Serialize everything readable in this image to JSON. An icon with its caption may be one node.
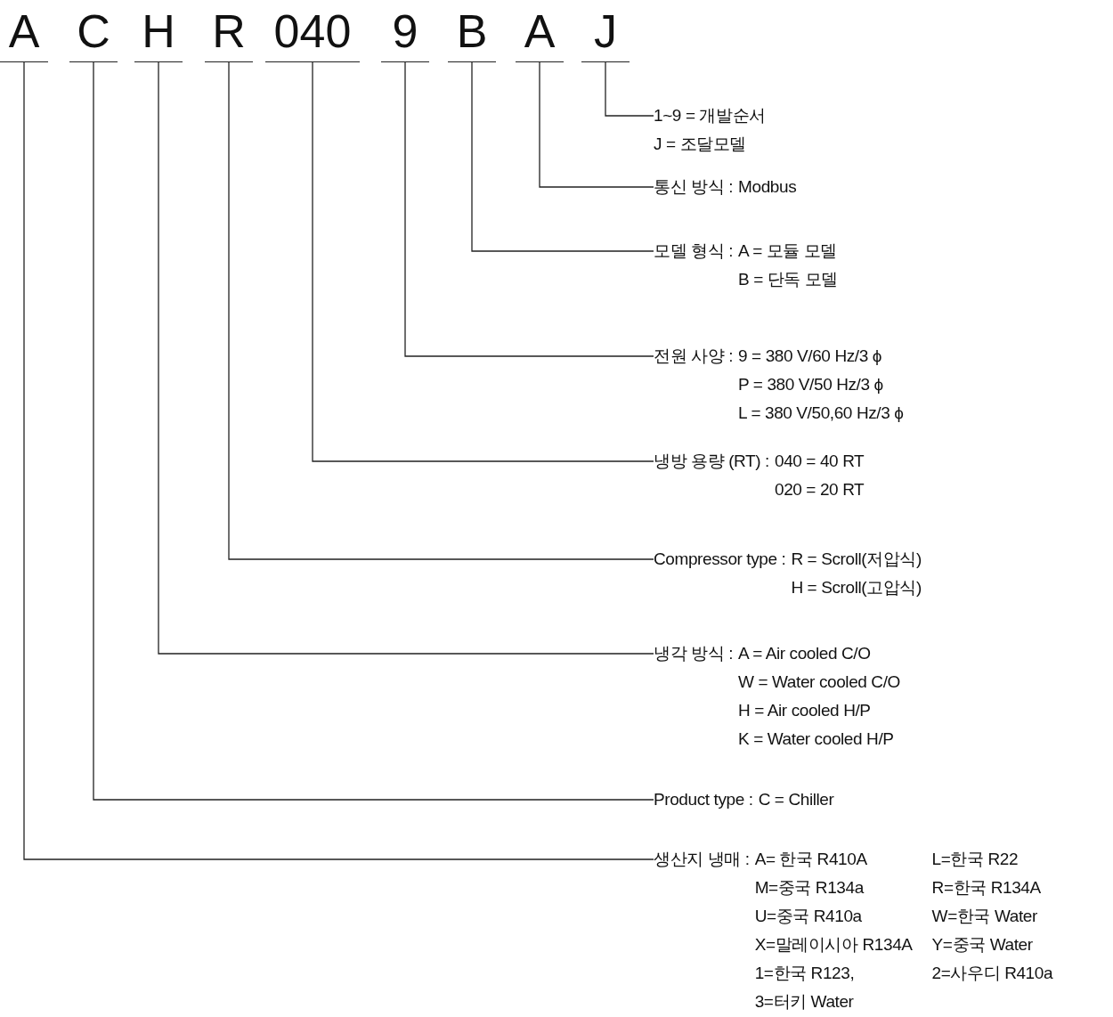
{
  "diagram": {
    "nodes": [
      {
        "text": [
          "A"
        ]
      },
      {
        "text": [
          "C"
        ]
      },
      {
        "text": [
          "H"
        ]
      },
      {
        "text": [
          "R"
        ]
      },
      {
        "text": [
          "040"
        ]
      },
      {
        "text": [
          "9"
        ]
      },
      {
        "text": [
          "B"
        ]
      },
      {
        "text": [
          "A"
        ]
      },
      {
        "text": [
          "J"
        ]
      },
      {
        "text": [
          "1~9 = 개발순서",
          "J = 조달모델"
        ]
      },
      {
        "text": [
          "통신 방식 :",
          "Modbus"
        ]
      },
      {
        "text": [
          "모델 형식 :",
          "A = 모듈 모델",
          "B = 단독 모델"
        ]
      },
      {
        "text": [
          "전원 사양 :",
          "9 = 380 V/60 Hz/3 ϕ",
          "P = 380 V/50 Hz/3 ϕ",
          "L = 380 V/50,60 Hz/3 ϕ"
        ]
      },
      {
        "text": [
          "냉방 용량 (RT) :",
          "040 = 40 RT",
          "020 = 20 RT"
        ]
      },
      {
        "text": [
          "Compressor type :",
          "R = Scroll(저압식)",
          "H = Scroll(고압식)"
        ]
      },
      {
        "text": [
          "냉각 방식 :",
          "A = Air cooled C/O",
          "W = Water cooled C/O",
          "H = Air cooled H/P",
          "K = Water cooled H/P"
        ]
      },
      {
        "text": [
          "Product type :",
          "C = Chiller"
        ]
      },
      {
        "text": [
          "생산지 냉매 :",
          "A= 한국 R410A",
          "M=중국 R134a",
          "U=중국 R410a",
          "X=말레이시아 R134A",
          "1=한국 R123,",
          "3=터키 Water",
          "L=한국 R22",
          "R=한국 R134A",
          "W=한국 Water",
          "Y=중국 Water",
          "2=사우디 R410a"
        ]
      }
    ],
    "edges": [
      {
        "from": 8,
        "to": 9,
        "arrow": "none"
      },
      {
        "from": 7,
        "to": 10,
        "arrow": "none"
      },
      {
        "from": 6,
        "to": 11,
        "arrow": "none"
      },
      {
        "from": 5,
        "to": 12,
        "arrow": "none"
      },
      {
        "from": 4,
        "to": 13,
        "arrow": "none"
      },
      {
        "from": 3,
        "to": 14,
        "arrow": "none"
      },
      {
        "from": 2,
        "to": 15,
        "arrow": "none"
      },
      {
        "from": 1,
        "to": 16,
        "arrow": "none"
      },
      {
        "from": 0,
        "to": 17,
        "arrow": "none"
      }
    ]
  }
}
